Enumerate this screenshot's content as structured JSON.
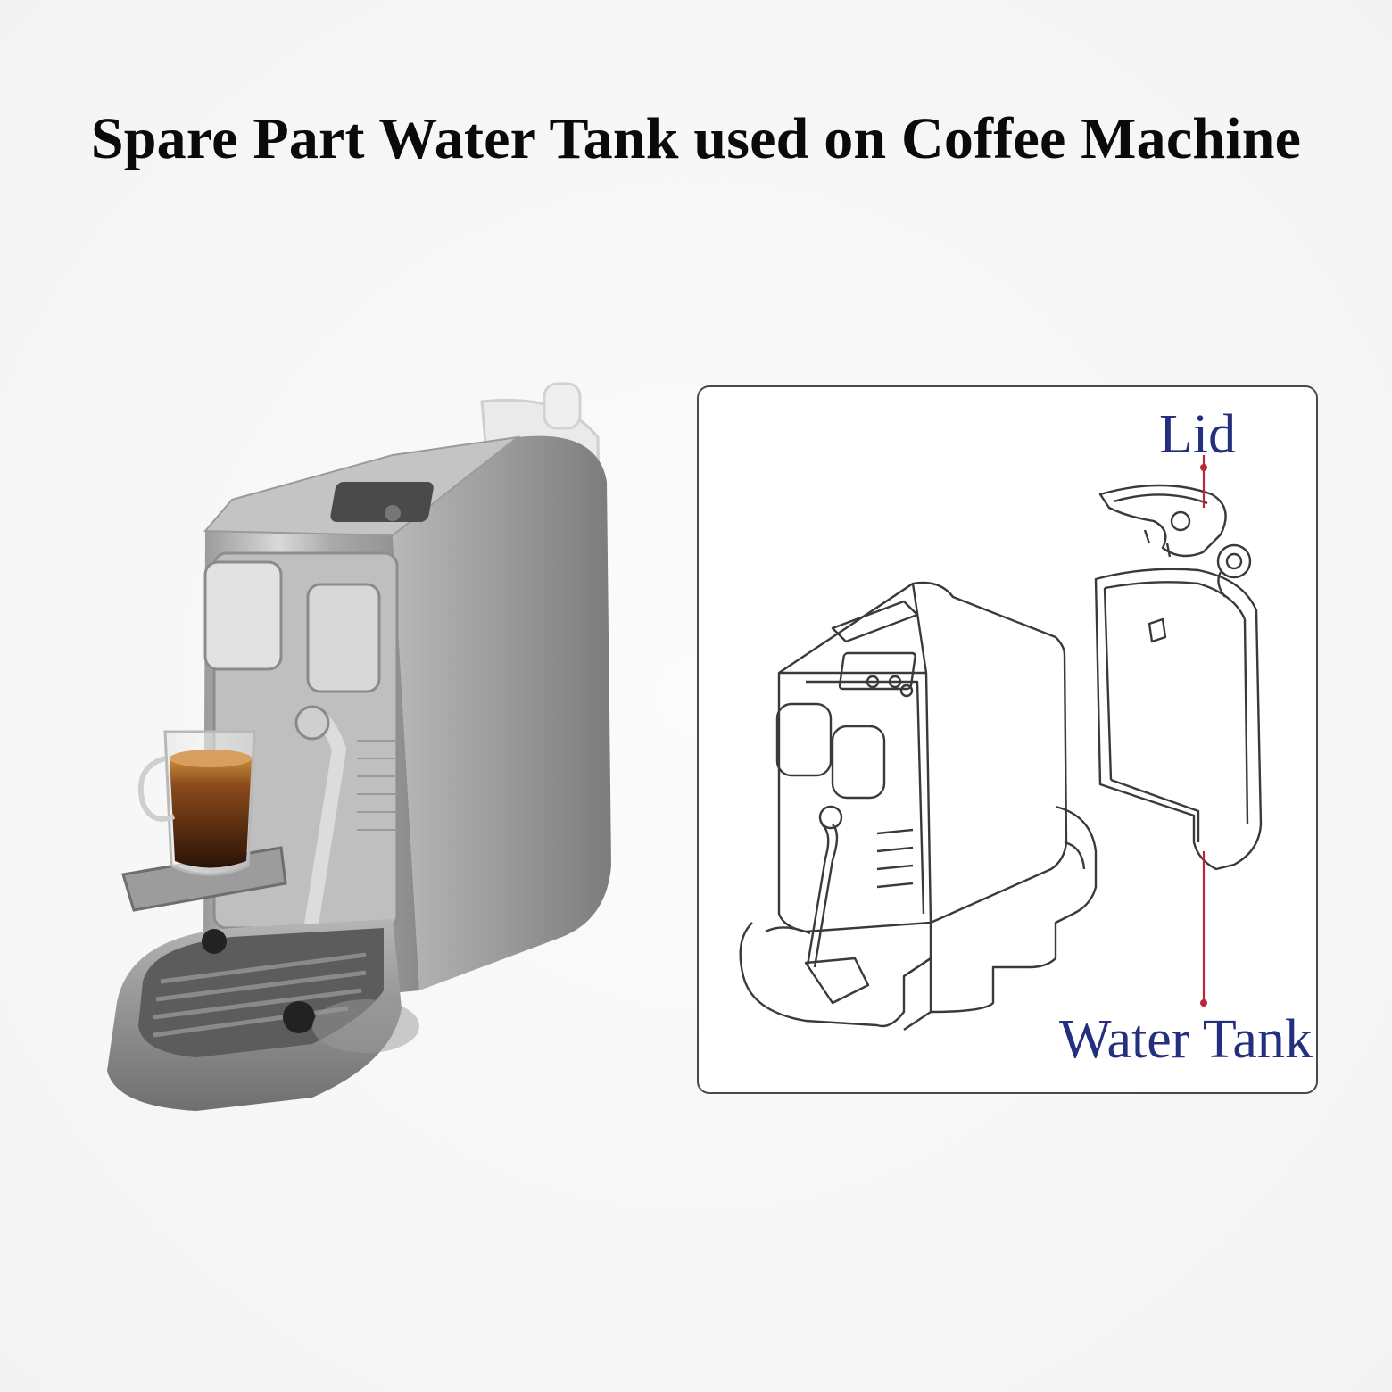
{
  "title": "Spare Part Water Tank used on Coffee Machine",
  "diagram": {
    "labels": {
      "lid": "Lid",
      "water_tank": "Water Tank"
    },
    "label_color": "#24307e",
    "pointer_color": "#b8273a"
  },
  "photo": {
    "subject": "coffee-machine-photo"
  }
}
